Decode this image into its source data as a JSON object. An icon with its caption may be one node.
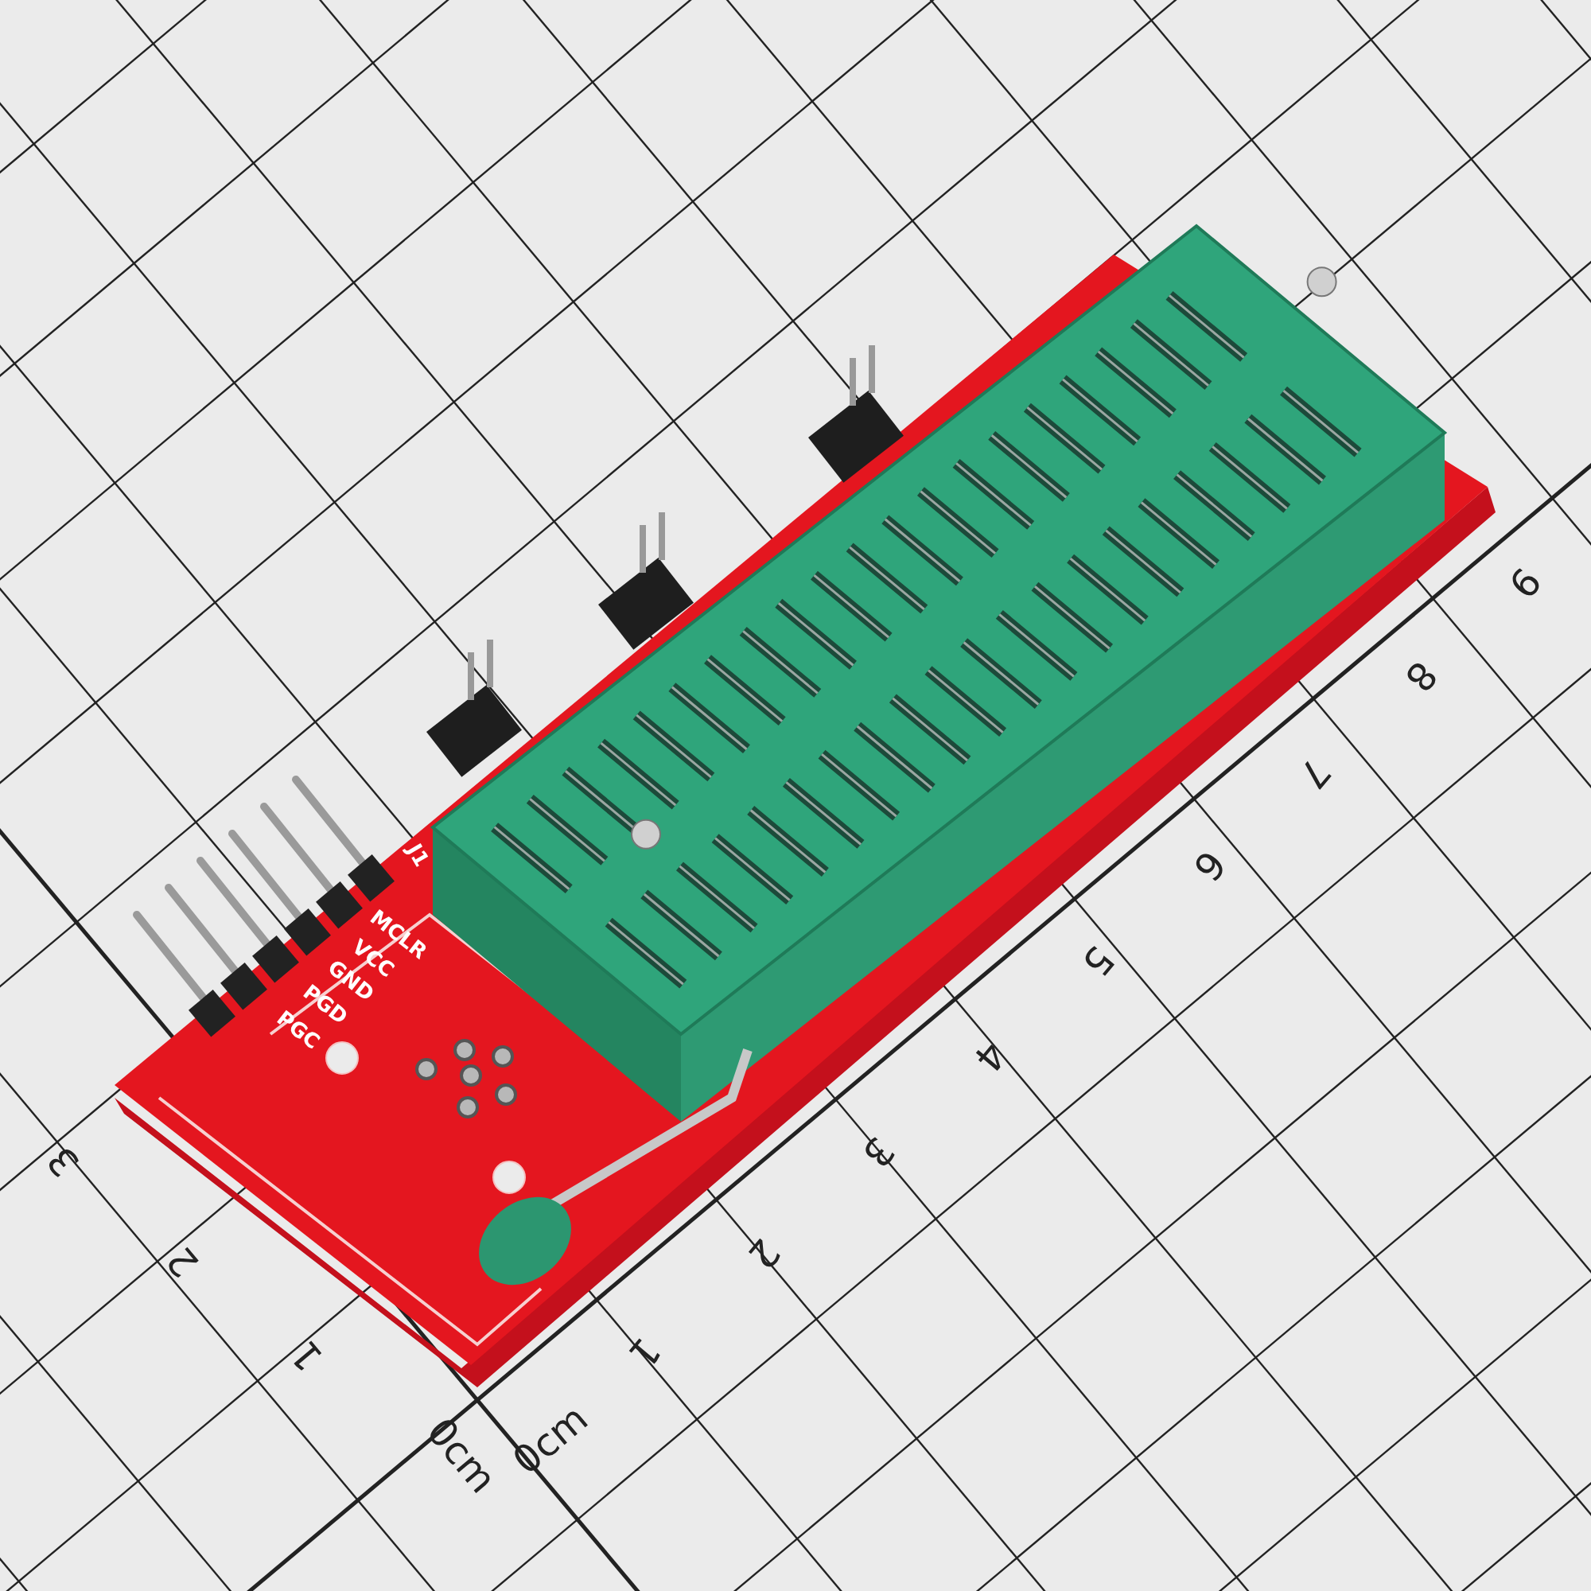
{
  "diagram": {
    "labels": [
      "J1",
      "MCLR",
      "VCC",
      "GND",
      "PGD",
      "PGC",
      "9",
      "8",
      "7",
      "6",
      "5",
      "4",
      "3",
      "2",
      "1",
      "0cm",
      "3",
      "2",
      "1",
      "0cm"
    ]
  }
}
